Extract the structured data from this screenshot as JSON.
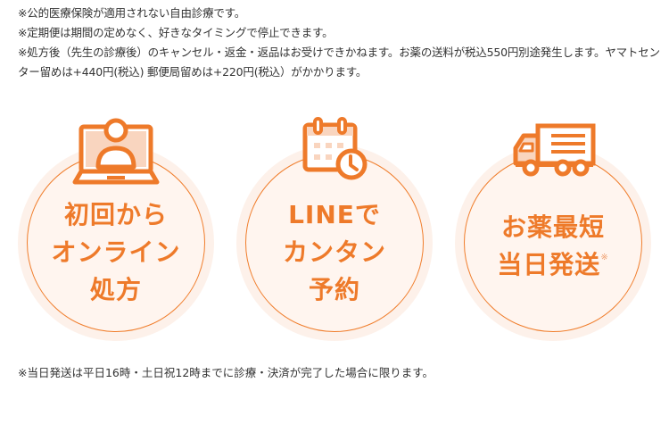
{
  "notes": [
    "※公的医療保険が適用されない自由診療です。",
    "※定期便は期間の定めなく、好きなタイミングで停止できます。",
    "※処方後（先生の診療後）のキャンセル・返金・返品はお受けできかねます。お薬の送料が税込550円別途発生します。ヤマトセンター留めは+440円(税込) 郵便局留めは+220円(税込）がかかります。"
  ],
  "features": [
    {
      "icon": "laptop-video-call-icon",
      "lines": [
        "初回から",
        "オンライン",
        "処方"
      ],
      "mark": ""
    },
    {
      "icon": "calendar-clock-icon",
      "lines": [
        "LINEで",
        "カンタン",
        "予約"
      ],
      "mark": ""
    },
    {
      "icon": "delivery-truck-icon",
      "lines": [
        "お薬最短",
        "当日発送"
      ],
      "mark": "※"
    }
  ],
  "footer_note": "※当日発送は平日16時・土日祝12時までに診療・決済が完了した場合に限ります。",
  "colors": {
    "accent": "#ee7a2a",
    "circle_fill": "#fff5ef",
    "icon_fill": "#f9d5bf"
  }
}
